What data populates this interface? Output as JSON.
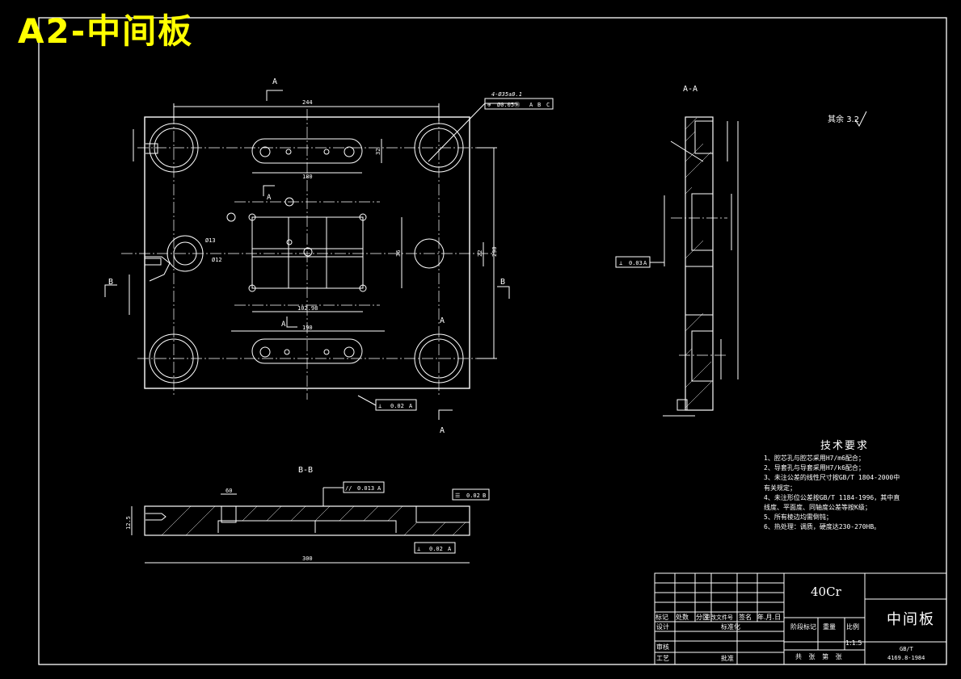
{
  "sheet": {
    "title": "A2-中间板",
    "colors": {
      "background": "#000000",
      "lines": "#ffffff",
      "title": "#ffff00"
    }
  },
  "views": {
    "section_aa": "A-A",
    "section_bb": "B-B",
    "cut_a": "A",
    "cut_b": "B"
  },
  "dimensions": {
    "overall_width": "244",
    "holes_note": "4-Ø35±0.1",
    "slot_width": "180",
    "slot_depth": "32",
    "pitch_102": "102.98",
    "inner_190": "190",
    "overall_height": "290",
    "dim_36": "36",
    "dim_22": "22",
    "dia_13": "Ø13",
    "dia_12": "Ø12",
    "bb_length": "300",
    "bb_thk": "12.5",
    "dim_60": "60"
  },
  "tolerances": {
    "position_frame": [
      "⊕",
      "Ø0.05Ⓜ",
      "A",
      "B",
      "C"
    ],
    "perp_1": [
      "⊥",
      "0.02",
      "A"
    ],
    "perp_2": [
      "⊥",
      "0.03",
      "A"
    ],
    "perp_3": [
      "⊥",
      "0.02",
      "A"
    ],
    "parallel": [
      "//",
      "0.013",
      "A"
    ],
    "flatness": [
      "☰",
      "0.02",
      "B"
    ]
  },
  "roughness": {
    "label": "其余",
    "value": "3.2"
  },
  "tech_requirements": {
    "title": "技术要求",
    "items": [
      "1、腔芯孔与腔芯采用H7/m6配合；",
      "2、导套孔与导套采用H7/k6配合；",
      "3、未注公差的线性尺寸按GB/T 1804-2000中",
      "   有关规定；",
      "4、未注形位公差按GB/T 1184-1996，其中直",
      "   线度、平面度、同轴度公差等按K级；",
      "5、所有棱边均需倒钝；",
      "6、热处理：调质，硬度达230-270HB。"
    ]
  },
  "title_block": {
    "material": "40Cr",
    "part_name": "中间板",
    "standard_code": "GB/T",
    "standard_no": "4169.8-1984",
    "headers": [
      "标记",
      "处数",
      "分区",
      "更改文件号",
      "签名",
      "年.月.日"
    ],
    "design": "设计",
    "standardization": "标准化",
    "review": "审核",
    "process": "工艺",
    "approve": "批准",
    "stage_mark": "阶段标记",
    "weight": "重量",
    "scale_label": "比例",
    "scale": "1:1.5",
    "sheets": "共  张  第  张"
  }
}
